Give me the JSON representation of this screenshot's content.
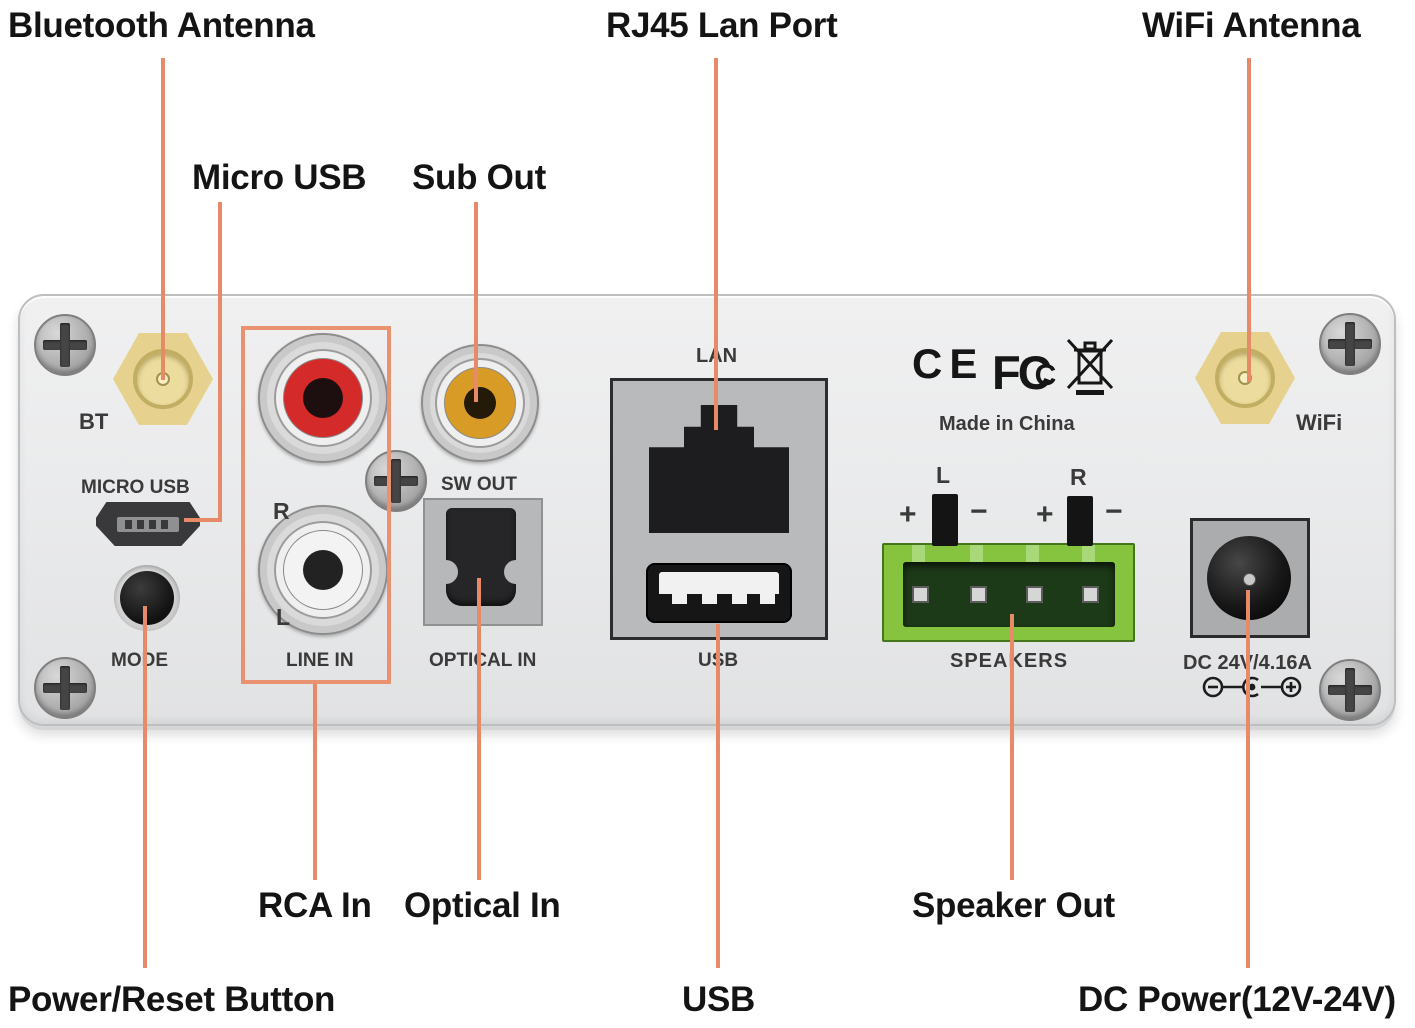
{
  "annotations": {
    "bluetooth_antenna": "Bluetooth Antenna",
    "micro_usb": "Micro USB",
    "sub_out": "Sub Out",
    "rj45_lan_port": "RJ45 Lan Port",
    "wifi_antenna": "WiFi Antenna",
    "rca_in": "RCA In",
    "optical_in": "Optical In",
    "speaker_out": "Speaker Out",
    "power_reset_button": "Power/Reset Button",
    "usb": "USB",
    "dc_power": "DC Power(12V-24V)"
  },
  "panel": {
    "bt": "BT",
    "micro_usb": "MICRO USB",
    "mode": "MODE",
    "rca_r": "R",
    "rca_l": "L",
    "line_in": "LINE IN",
    "sw_out": "SW OUT",
    "optical_in": "OPTICAL IN",
    "lan": "LAN",
    "usb": "USB",
    "ce_mark": "CE",
    "fcc_f": "F",
    "fcc_c1": "C",
    "fcc_c2": "C",
    "made_in": "Made in China",
    "speaker_l": "L",
    "speaker_r": "R",
    "plus": "+",
    "minus": "−",
    "speakers": "SPEAKERS",
    "dc_rating": "DC 24V/4.16A",
    "wifi": "WiFi"
  },
  "colors": {
    "leader_line": "#E68A67",
    "panel_body": "#E9EAEB",
    "rca_red": "#D42A2A",
    "rca_white": "#F3F3F3",
    "sub_out_amber": "#D89B25",
    "speaker_green": "#86C440",
    "antenna_gold": "#E6D28E",
    "connector_gray": "#B8BABB"
  }
}
